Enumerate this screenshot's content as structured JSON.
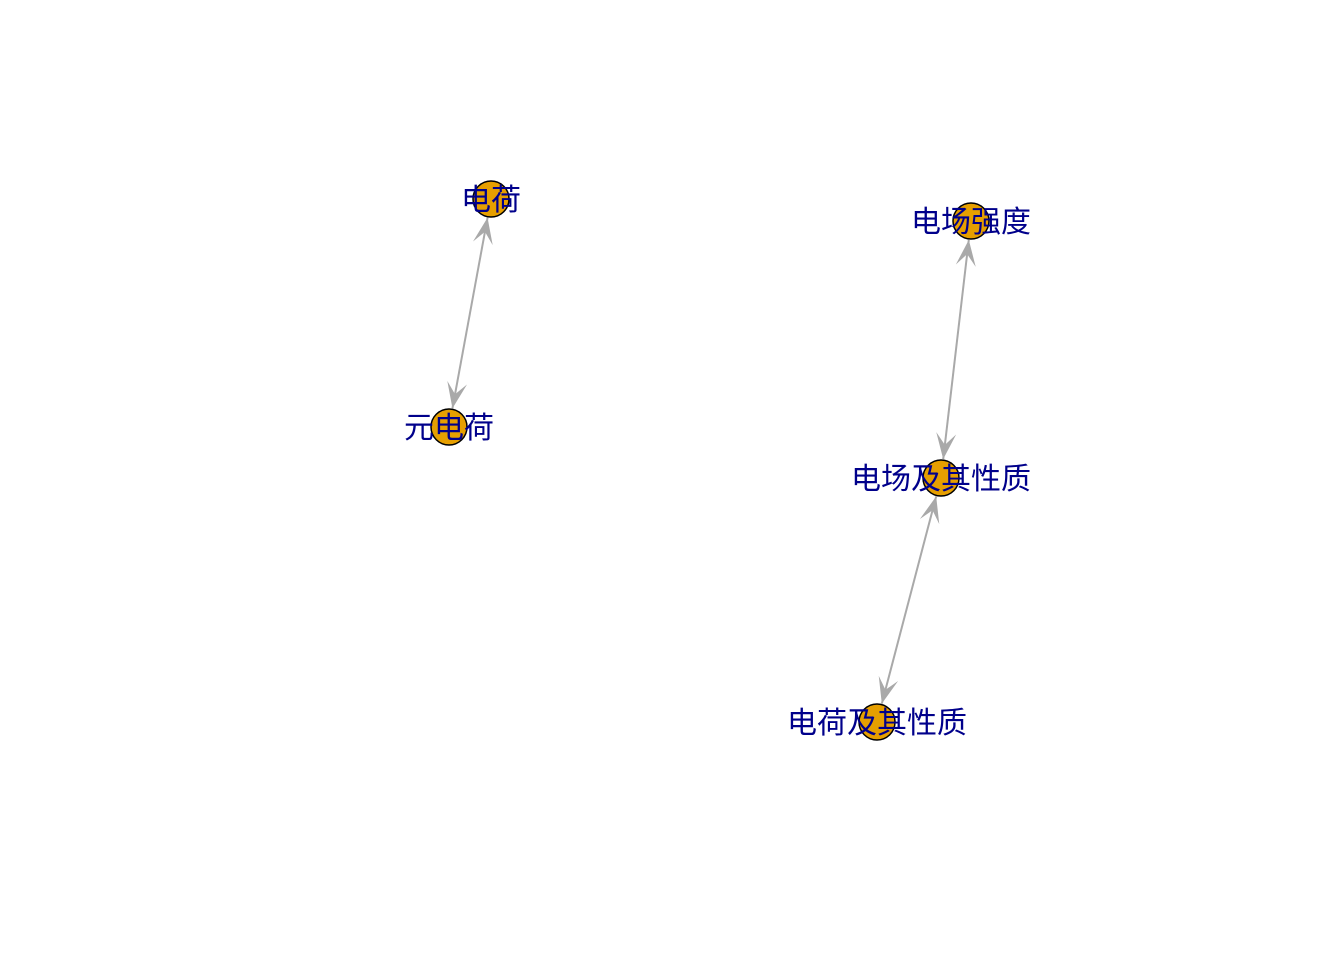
{
  "graph": {
    "node_fill": "#E69F00",
    "node_stroke": "#000000",
    "edge_color": "#A9A9A9",
    "label_color": "#00008B",
    "nodes": [
      {
        "id": "dianhe",
        "label": "电荷"
      },
      {
        "id": "yuandianhe",
        "label": "元电荷"
      },
      {
        "id": "dianchangqiangdu",
        "label": "电场强度"
      },
      {
        "id": "dianchangjiqixingzhi",
        "label": "电场及其性质"
      },
      {
        "id": "dianhejiqixingzhi",
        "label": "电荷及其性质"
      }
    ],
    "edges": [
      {
        "from": "dianhe",
        "to": "yuandianhe",
        "direction": "both"
      },
      {
        "from": "dianchangqiangdu",
        "to": "dianchangjiqixingzhi",
        "direction": "both"
      },
      {
        "from": "dianchangjiqixingzhi",
        "to": "dianhejiqixingzhi",
        "direction": "both"
      }
    ]
  }
}
